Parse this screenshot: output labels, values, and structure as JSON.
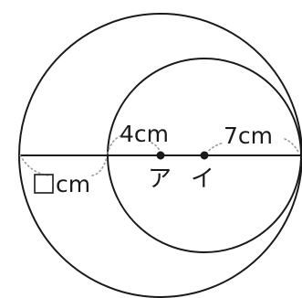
{
  "figure": {
    "label_small_radius": "4cm",
    "label_large_radius": "7cm",
    "label_unknown": "cm",
    "label_unknown_box": "□",
    "point_a": "ア",
    "point_b": "イ",
    "colors": {
      "line": "#1a1a1a",
      "dotted": "#9a9a9a"
    }
  }
}
